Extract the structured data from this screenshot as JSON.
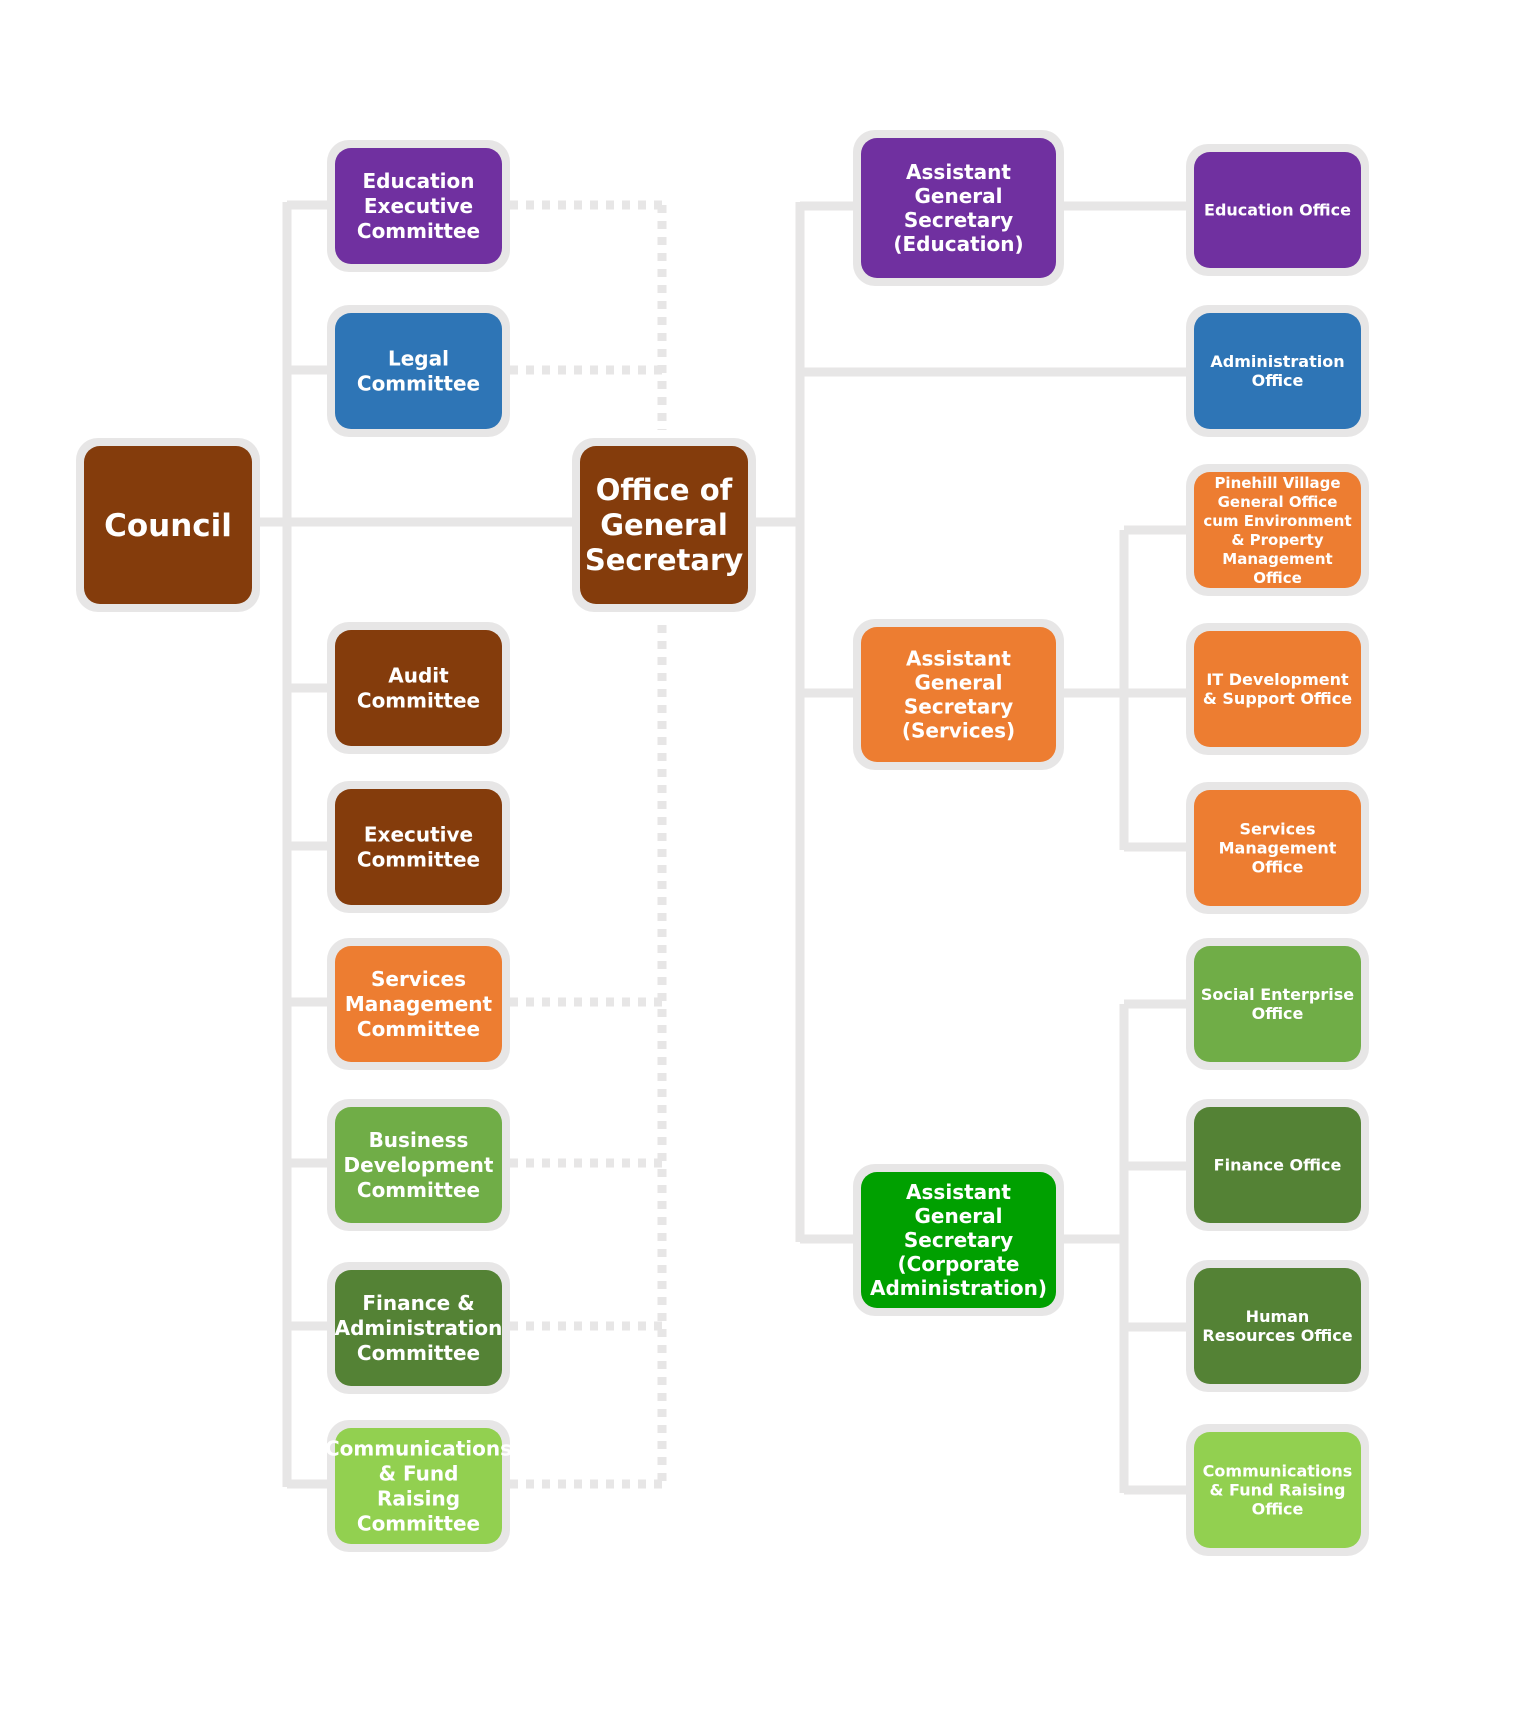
{
  "colors": {
    "purple": "#7030a0",
    "blue": "#2e75b6",
    "brown": "#843c0c",
    "orange": "#ed7d31",
    "green_mid": "#70ad47",
    "green_dark": "#548235",
    "green_bright": "#00a000",
    "green_light": "#92d050",
    "connector": "#e7e6e6",
    "border": "#e7e6e6"
  },
  "nodes": {
    "council": {
      "label": "Council",
      "color": "brown"
    },
    "general_secretary": {
      "label": "Office of General Secretary",
      "color": "brown"
    },
    "committees": [
      {
        "id": "education-executive-committee",
        "label": "Education Executive Committee",
        "color": "purple",
        "dotted_link": true
      },
      {
        "id": "legal-committee",
        "label": "Legal Committee",
        "color": "blue",
        "dotted_link": true
      },
      {
        "id": "audit-committee",
        "label": "Audit Committee",
        "color": "brown",
        "dotted_link": false
      },
      {
        "id": "executive-committee",
        "label": "Executive Committee",
        "color": "brown",
        "dotted_link": false
      },
      {
        "id": "services-management-committee",
        "label": "Services Management Committee",
        "color": "orange",
        "dotted_link": true
      },
      {
        "id": "business-development-committee",
        "label": "Business Development Committee",
        "color": "green_mid",
        "dotted_link": true
      },
      {
        "id": "finance-administration-committee",
        "label": "Finance & Administration Committee",
        "color": "green_dark",
        "dotted_link": true
      },
      {
        "id": "communications-fund-raising-committee",
        "label": "Communications & Fund Raising Committee",
        "color": "green_light",
        "dotted_link": true
      }
    ],
    "assistant_secretaries": [
      {
        "id": "ags-education",
        "label": "Assistant General Secretary (Education)",
        "color": "purple"
      },
      {
        "id": "ags-services",
        "label": "Assistant General Secretary (Services)",
        "color": "orange"
      },
      {
        "id": "ags-corporate",
        "label": "Assistant General Secretary (Corporate Administration)",
        "color": "green_bright"
      }
    ],
    "offices": [
      {
        "id": "education-office",
        "label": "Education Office",
        "color": "purple",
        "reports_to": "ags-education"
      },
      {
        "id": "administration-office",
        "label": "Administration Office",
        "color": "blue",
        "reports_to": "general_secretary"
      },
      {
        "id": "pinehill-office",
        "label": "Pinehill Village General Office cum Environment & Property Management Office",
        "color": "orange",
        "reports_to": "ags-services"
      },
      {
        "id": "it-office",
        "label": "IT Development & Support Office",
        "color": "orange",
        "reports_to": "ags-services"
      },
      {
        "id": "services-management-office",
        "label": "Services Management Office",
        "color": "orange",
        "reports_to": "ags-services"
      },
      {
        "id": "social-enterprise-office",
        "label": "Social Enterprise Office",
        "color": "green_mid",
        "reports_to": "ags-corporate"
      },
      {
        "id": "finance-office",
        "label": "Finance Office",
        "color": "green_dark",
        "reports_to": "ags-corporate"
      },
      {
        "id": "hr-office",
        "label": "Human Resources Office",
        "color": "green_dark",
        "reports_to": "ags-corporate"
      },
      {
        "id": "communications-office",
        "label": "Communications & Fund Raising Office",
        "color": "green_light",
        "reports_to": "ags-corporate"
      }
    ]
  }
}
